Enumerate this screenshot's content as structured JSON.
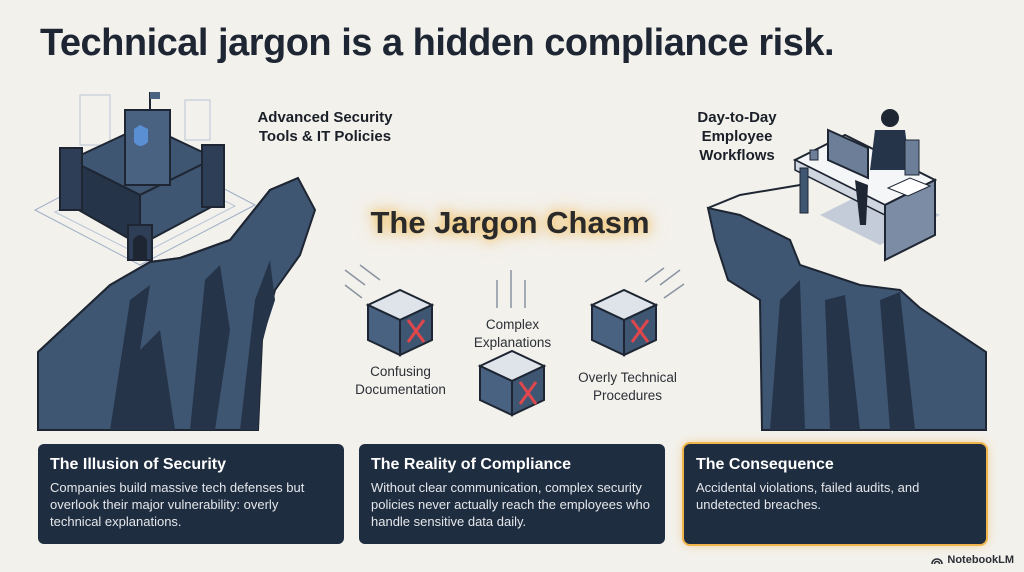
{
  "title": "Technical jargon is a hidden compliance risk.",
  "left_side": {
    "label_line1": "Advanced Security",
    "label_line2": "Tools & IT Policies",
    "icon": "castle-fortress-icon"
  },
  "right_side": {
    "label_line1": "Day-to-Day",
    "label_line2": "Employee",
    "label_line3": "Workflows",
    "icon": "employee-at-desk-icon"
  },
  "chasm": {
    "title": "The Jargon Chasm",
    "falling_boxes": [
      {
        "line1": "Confusing",
        "line2": "Documentation"
      },
      {
        "line1": "Complex",
        "line2": "Explanations"
      },
      {
        "line1": "Overly Technical",
        "line2": "Procedures"
      }
    ]
  },
  "cards": [
    {
      "title": "The Illusion of Security",
      "body": "Companies build massive tech defenses but overlook their major vulnerability: overly technical explanations."
    },
    {
      "title": "The Reality of Compliance",
      "body": "Without clear communication, complex security policies never actually reach the employees who handle sensitive data daily."
    },
    {
      "title": "The Consequence",
      "body": "Accidental violations, failed audits, and undetected breaches."
    }
  ],
  "branding": {
    "label": "NotebookLM"
  },
  "colors": {
    "background": "#f3f1ec",
    "card": "#1f2d40",
    "cliff_dark": "#253449",
    "cliff_mid": "#3f5672",
    "highlight": "#f0b44c",
    "x_mark": "#e0474c"
  }
}
